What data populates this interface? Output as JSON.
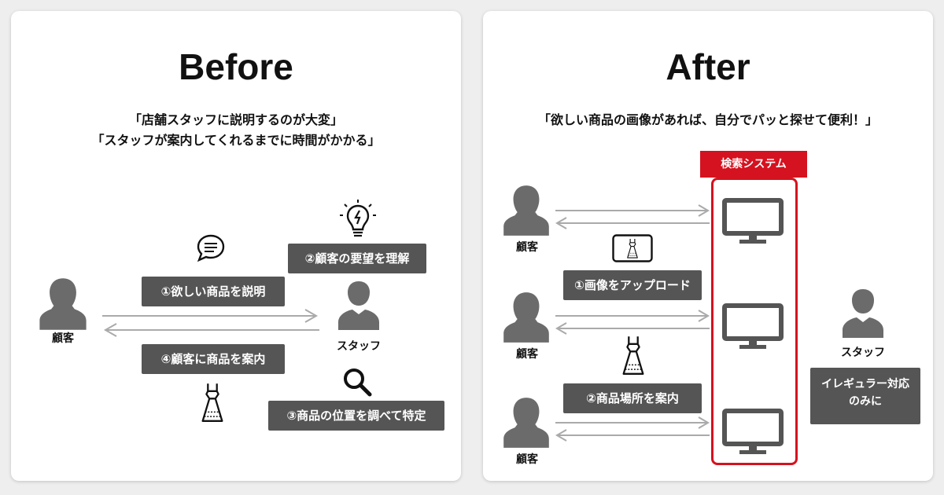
{
  "before": {
    "title": "Before",
    "quotes": [
      "「店舗スタッフに説明するのが大変」",
      "「スタッフが案内してくれるまでに時間がかかる」"
    ],
    "customer": "顧客",
    "staff": "スタッフ",
    "steps": {
      "s1": "①欲しい商品を説明",
      "s2": "②顧客の要望を理解",
      "s3": "③商品の位置を調べて特定",
      "s4": "④顧客に商品を案内"
    }
  },
  "after": {
    "title": "After",
    "quote": "「欲しい商品の画像があれば、自分でパッと探せて便利！」",
    "system_label": "検索システム",
    "customers": [
      "顧客",
      "顧客",
      "顧客"
    ],
    "staff": "スタッフ",
    "steps": {
      "s1": "①画像をアップロード",
      "s2": "②商品場所を案内"
    },
    "staff_note": [
      "イレギュラー対応",
      "のみに"
    ]
  },
  "colors": {
    "accent": "#d5121f",
    "label_bg": "#555555",
    "person": "#6b6b6b",
    "arrow": "#aaaaaa"
  }
}
